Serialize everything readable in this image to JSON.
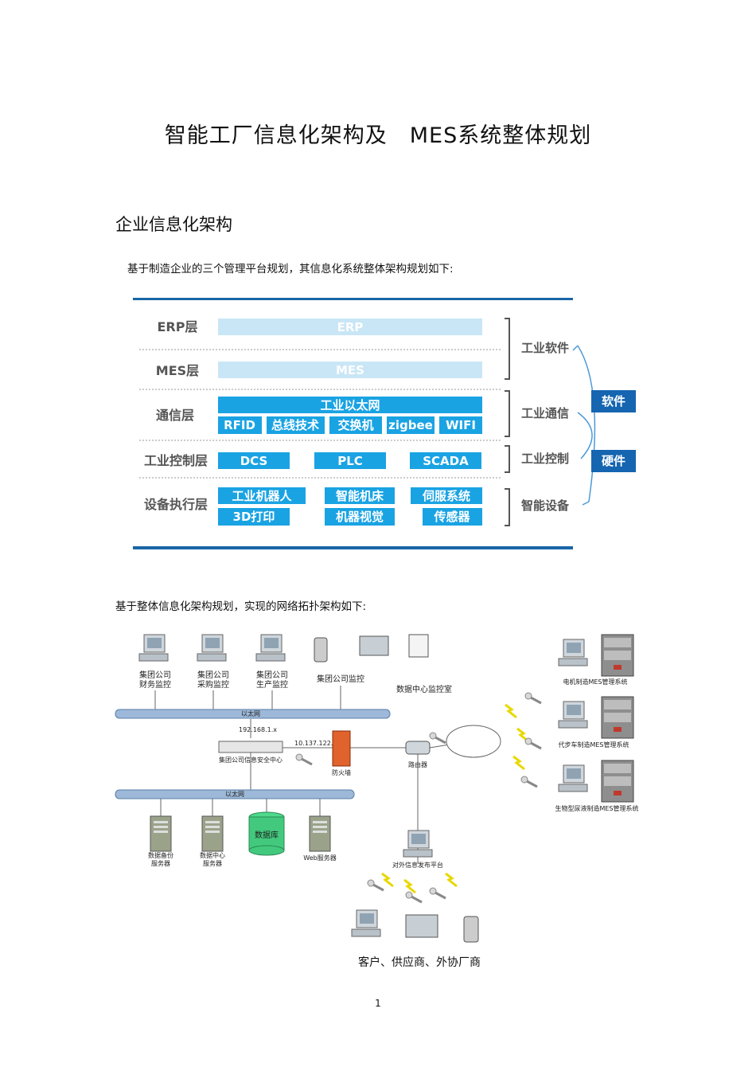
{
  "document": {
    "title": "智能工厂信息化架构及　MES系统整体规划",
    "section_heading": "企业信息化架构",
    "paragraph_1": "基于制造企业的三个管理平台规划，其信息化系统整体架构规划如下:",
    "paragraph_2": "基于整体信息化架构规划，实现的网络拓扑架构如下:",
    "page_number": "1"
  },
  "architecture": {
    "layers": [
      {
        "label": "ERP层",
        "boxes": [
          "ERP"
        ]
      },
      {
        "label": "MES层",
        "boxes": [
          "MES"
        ]
      },
      {
        "label": "通信层",
        "boxes": [
          "工业以太网",
          "RFID",
          "总线技术",
          "交换机",
          "zigbee",
          "WIFI"
        ]
      },
      {
        "label": "工业控制层",
        "boxes": [
          "DCS",
          "PLC",
          "SCADA"
        ]
      },
      {
        "label": "设备执行层",
        "boxes": [
          "工业机器人",
          "智能机床",
          "伺服系统",
          "3D打印",
          "机器视觉",
          "传感器"
        ]
      }
    ],
    "groups": [
      "工业软件",
      "工业通信",
      "工业控制",
      "智能设备"
    ],
    "summary": [
      "软件",
      "硬件"
    ],
    "colors": {
      "box": "#1aa3e3",
      "band": "#c9e6f6",
      "rule": "#1a66a8",
      "summary": "#1565b0"
    }
  },
  "network": {
    "top_nodes": [
      "集团公司",
      "财务监控",
      "集团公司",
      "采购监控",
      "集团公司",
      "生产监控",
      "集团公司监控",
      "数据中心监控室"
    ],
    "ethernet_1": "以太网",
    "ip_1": "192.168.1.x",
    "security_center": "集团公司信息安全中心",
    "ip_2": "10.137.122.x",
    "firewall": "防火墙",
    "router": "路由器",
    "ethernet_2": "以太网",
    "servers": [
      "数据备份",
      "服务器",
      "数据中心",
      "服务器",
      "数据库",
      "Web服务器"
    ],
    "remote_systems": [
      "电机制造MES管理系统",
      "代步车制造MES管理系统",
      "生物型尿液制造MES管理系统"
    ],
    "publish_platform": "对外信息发布平台",
    "clients": "客户、供应商、外协厂商"
  }
}
